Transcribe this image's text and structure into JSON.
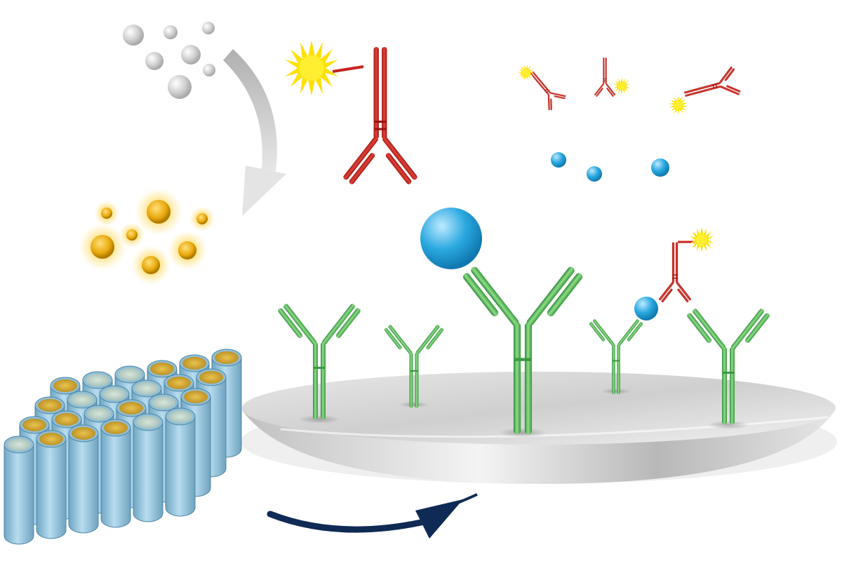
{
  "figure": {
    "kind": "immunoassay-illustration",
    "elements": [
      "gray-particles",
      "gray-curved-arrow",
      "gold-nanoparticles",
      "porous-cylinder-array",
      "navy-curved-arrow",
      "sensor-disc",
      "capture-antibodies",
      "antigens",
      "detection-antibodies",
      "fluorescent-labels"
    ],
    "colors": {
      "capture_antibody": "#4cae4c",
      "detection_antibody": "#c8231e",
      "antigen": "#2aa8e0",
      "label": "#ffe000",
      "gold_particle": "#e8a80c",
      "gray_particle": "#c8c8c8",
      "cylinder": "#8fc0d8",
      "cylinder_top": "#d4ae3e",
      "disc": "#d2d2d2",
      "arrow_gray": "#c8c8c8",
      "arrow_navy": "#0f2a55"
    }
  }
}
